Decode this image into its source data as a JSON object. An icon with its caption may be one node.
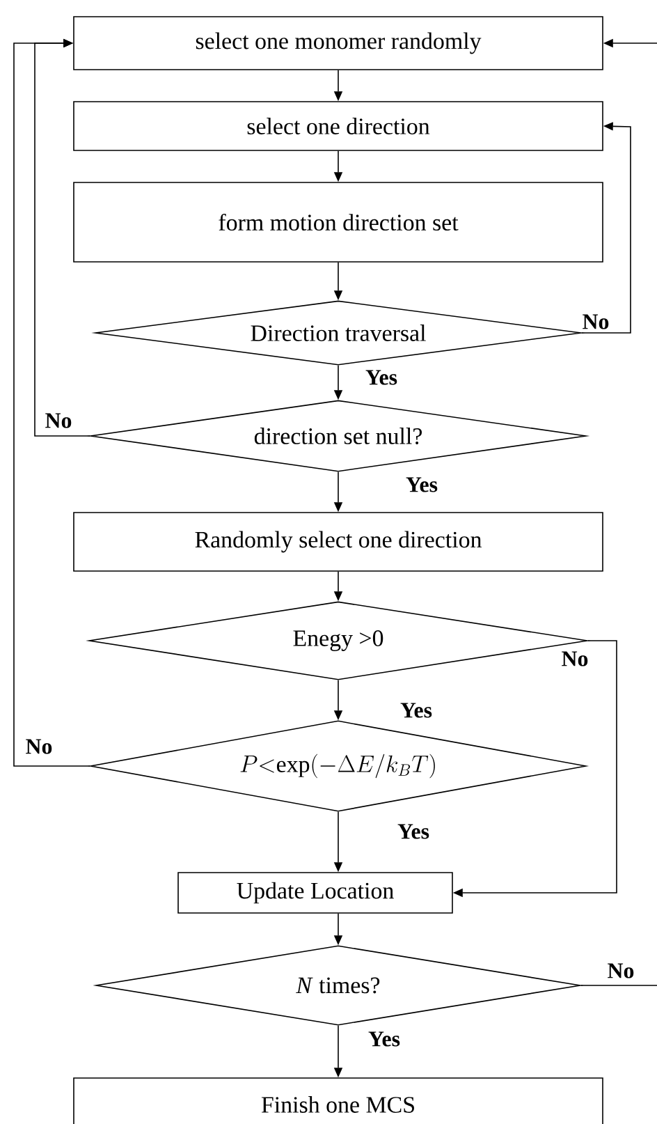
{
  "diagram": {
    "nodes": [
      {
        "text": [
          "select one monomer randomly"
        ]
      },
      {
        "text": [
          "select one direction"
        ]
      },
      {
        "text": [
          "form motion direction set"
        ]
      },
      {
        "text": [
          "Direction traversal"
        ]
      },
      {
        "text": [
          "direction set null?"
        ]
      },
      {
        "text": [
          "Randomly select one direction"
        ]
      },
      {
        "text": [
          "Enegy >0"
        ]
      },
      {
        "text": [
          "P{<}\\mathrm{exp}(-\\Delta E/k_{B}T)"
        ]
      },
      {
        "text": [
          "Update Location"
        ]
      },
      {
        "text": [
          "*N* times?"
        ]
      },
      {
        "text": [
          "Finish one MCS"
        ]
      }
    ],
    "edges": [
      {
        "from": 0,
        "to": 1,
        "arrow": "to"
      },
      {
        "from": 1,
        "to": 2,
        "arrow": "to"
      },
      {
        "from": 2,
        "to": 3,
        "arrow": "to"
      },
      {
        "from": 3,
        "to": 1,
        "arrow": "to",
        "label": "No"
      },
      {
        "from": 3,
        "to": 4,
        "arrow": "to",
        "label": "Yes"
      },
      {
        "from": 4,
        "to": 0,
        "arrow": "to",
        "label": "No"
      },
      {
        "from": 4,
        "to": 5,
        "arrow": "to",
        "label": "Yes"
      },
      {
        "from": 5,
        "to": 6,
        "arrow": "to"
      },
      {
        "from": 6,
        "to": 7,
        "arrow": "to",
        "label": "Yes"
      },
      {
        "from": 6,
        "to": 8,
        "arrow": "to",
        "label": "No"
      },
      {
        "from": 7,
        "to": 0,
        "arrow": "to",
        "label": "No"
      },
      {
        "from": 7,
        "to": 8,
        "arrow": "to",
        "label": "Yes"
      },
      {
        "from": 8,
        "to": 9,
        "arrow": "to"
      },
      {
        "from": 9,
        "to": 10,
        "arrow": "to",
        "label": "Yes"
      },
      {
        "from": 9,
        "to": 0,
        "arrow": "to",
        "label": "No"
      }
    ]
  }
}
